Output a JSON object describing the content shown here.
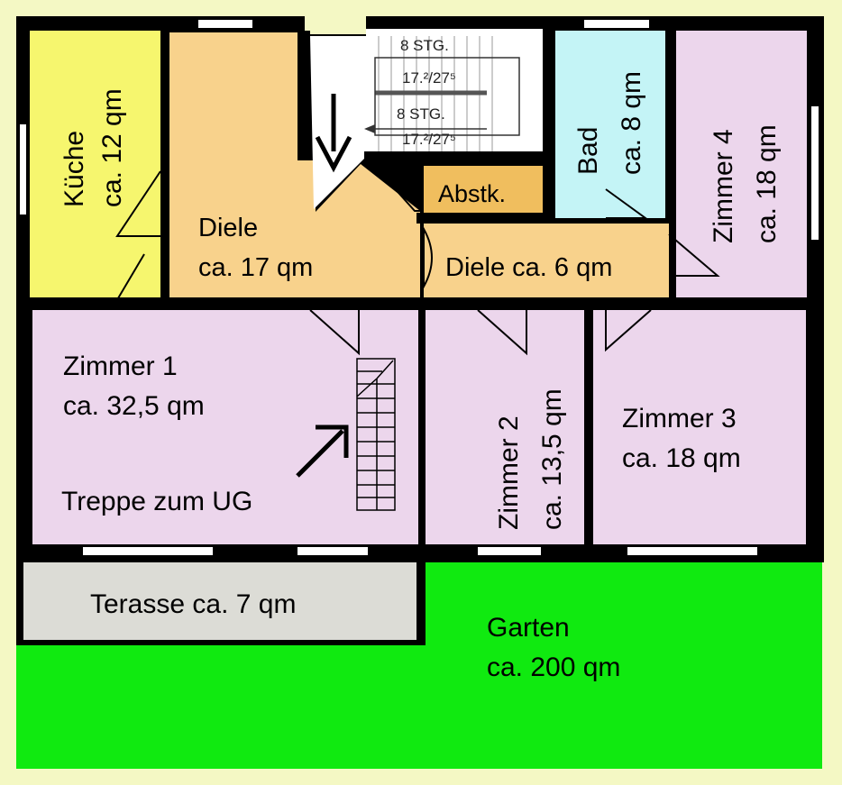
{
  "rooms": {
    "kueche": {
      "name": "Küche",
      "area": "ca. 12 qm"
    },
    "diele_main": {
      "name": "Diele",
      "area": "ca. 17 qm"
    },
    "abstellraum": {
      "name": "Abstk."
    },
    "diele_small": {
      "label": "Diele ca. 6 qm"
    },
    "bad": {
      "name": "Bad",
      "area": "ca. 8 qm"
    },
    "zimmer4": {
      "name": "Zimmer 4",
      "area": "ca. 18 qm"
    },
    "zimmer1": {
      "name": "Zimmer 1",
      "area": "ca. 32,5 qm"
    },
    "zimmer2": {
      "name": "Zimmer 2",
      "area": "ca. 13,5 qm"
    },
    "zimmer3": {
      "name": "Zimmer 3",
      "area": "ca. 18 qm"
    },
    "terrasse": {
      "label": "Terasse ca. 7 qm"
    },
    "garten": {
      "name": "Garten",
      "area": "ca. 200 qm"
    }
  },
  "stairs": {
    "upper_steps": "8 STG.",
    "upper_dims": "17.²/27⁵",
    "lower_steps": "8 STG.",
    "lower_dims": "17.²/27⁵",
    "basement_label": "Treppe zum UG"
  },
  "colors": {
    "background": "#f4f8c4",
    "kueche": "#f6f66e",
    "diele": "#f8d28c",
    "abstellraum": "#f0be5e",
    "bad": "#c4f4f6",
    "zimmer": "#ecd6ec",
    "terrasse": "#dcdcd6",
    "garten": "#10ea10",
    "wall": "#000000",
    "window": "#ffffff"
  }
}
